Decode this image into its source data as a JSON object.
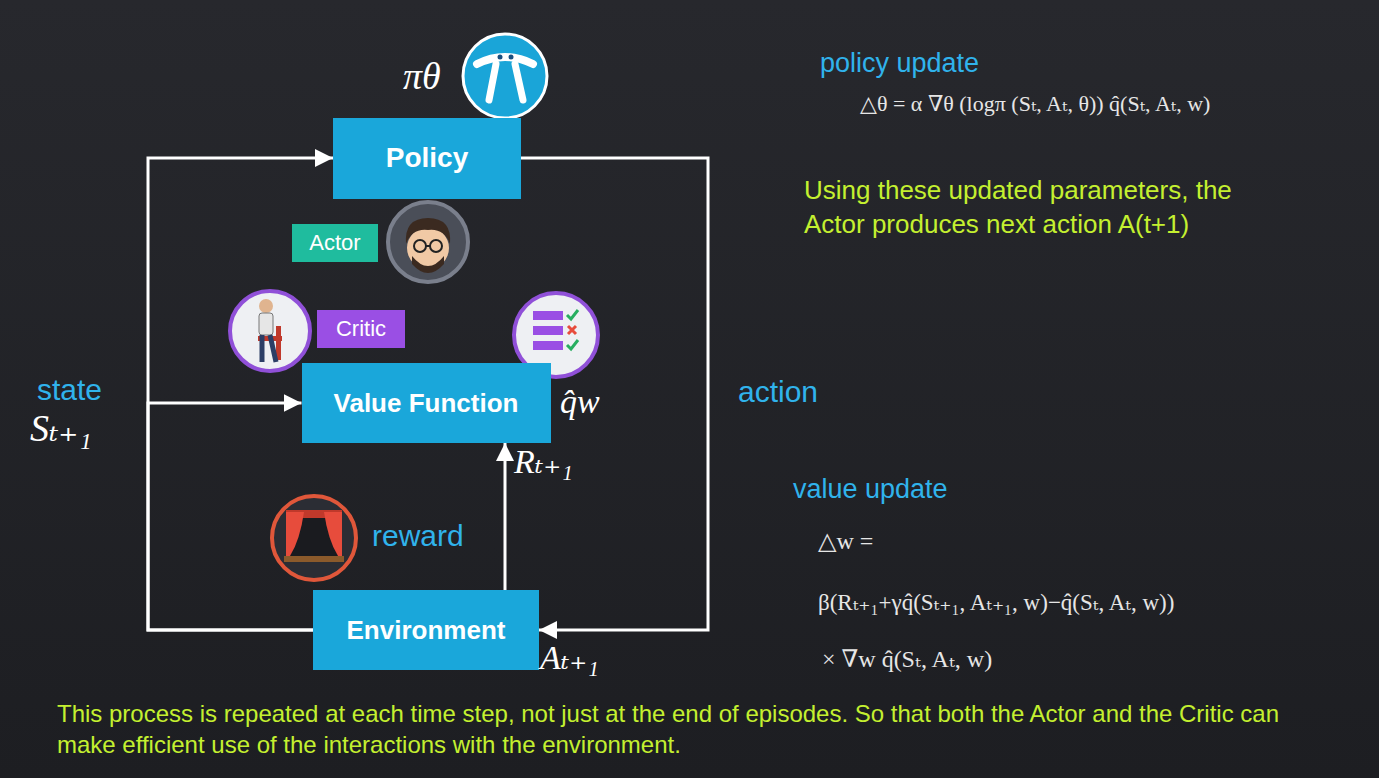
{
  "diagram": {
    "nodes": [
      {
        "text": [
          "Policy"
        ]
      },
      {
        "text": [
          "Actor"
        ]
      },
      {
        "text": [
          "Critic"
        ]
      },
      {
        "text": [
          "Value Function"
        ]
      },
      {
        "text": [
          "Environment"
        ]
      }
    ],
    "edges": [
      {
        "from": 4,
        "to": 0,
        "arrow": "to"
      },
      {
        "from": 4,
        "to": 3,
        "arrow": "to"
      },
      {
        "from": 4,
        "to": 3,
        "arrow": "to"
      },
      {
        "from": 0,
        "to": 4,
        "arrow": "to"
      }
    ],
    "labels": [
      "πθ",
      "q̂w",
      "state",
      "Sₜ₊₁",
      "Rₜ₊₁",
      "reward",
      "action",
      "Aₜ₊₁",
      "policy update",
      "△θ = α ∇θ (logπ (Sₜ, Aₜ, θ)) q̂(Sₜ, Aₜ, w)",
      "Using these updated parameters, the Actor produces next action A(t+1)",
      "value update",
      "△w =",
      "β(Rₜ₊₁+γq̂(Sₜ₊₁, Aₜ₊₁, w)−q̂(Sₜ, Aₜ, w))",
      "× ∇w q̂(Sₜ, Aₜ, w)",
      "This process is repeated at each time step, not just at the end of episodes. So that both the Actor and the Critic can make efficient use of the interactions with the environment."
    ]
  }
}
